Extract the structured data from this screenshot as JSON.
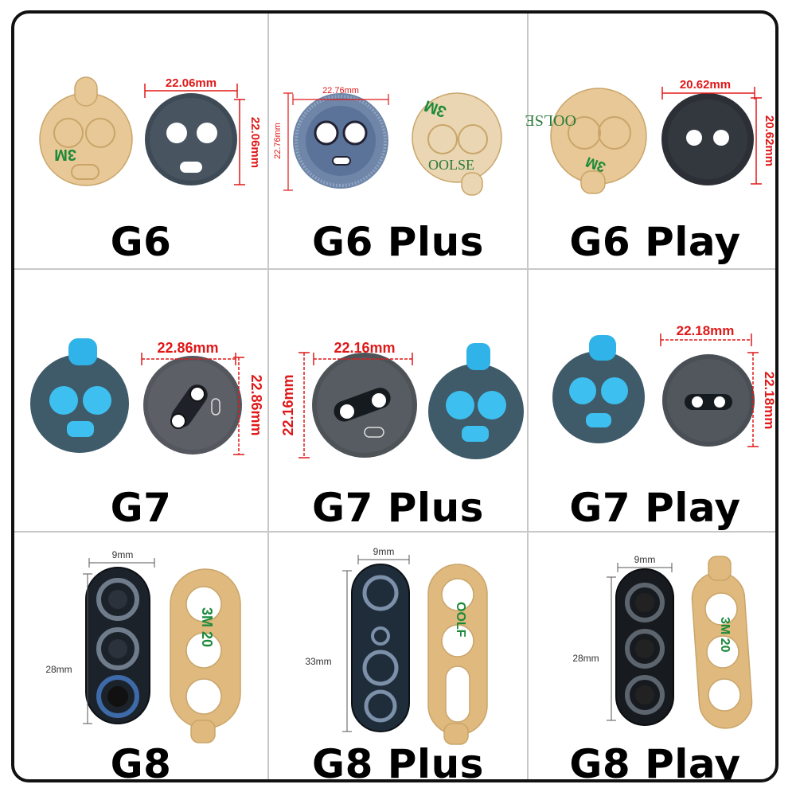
{
  "colors": {
    "border": "#111111",
    "grid": "#c8c8c8",
    "dim_red": "#e01818",
    "dim_gray": "#555555"
  },
  "models": [
    {
      "title": "G6",
      "width_label": "22.06mm",
      "height_label": "22.06mm"
    },
    {
      "title": "G6 Plus",
      "width_label": "22.76mm",
      "height_label": "22.76mm"
    },
    {
      "title": "G6 Play",
      "width_label": "20.62mm",
      "height_label": "20.62mm"
    },
    {
      "title": "G7",
      "width_label": "22.86mm",
      "height_label": "22.86mm"
    },
    {
      "title": "G7 Plus",
      "width_label": "22.16mm",
      "height_label": "22.16mm"
    },
    {
      "title": "G7 Play",
      "width_label": "22.18mm",
      "height_label": "22.18mm"
    },
    {
      "title": "G8",
      "width_label": "9mm",
      "height_label": "28mm"
    },
    {
      "title": "G8 Plus",
      "width_label": "9mm",
      "height_label": "33mm"
    },
    {
      "title": "G8 Play",
      "width_label": "9mm",
      "height_label": "28mm"
    }
  ]
}
